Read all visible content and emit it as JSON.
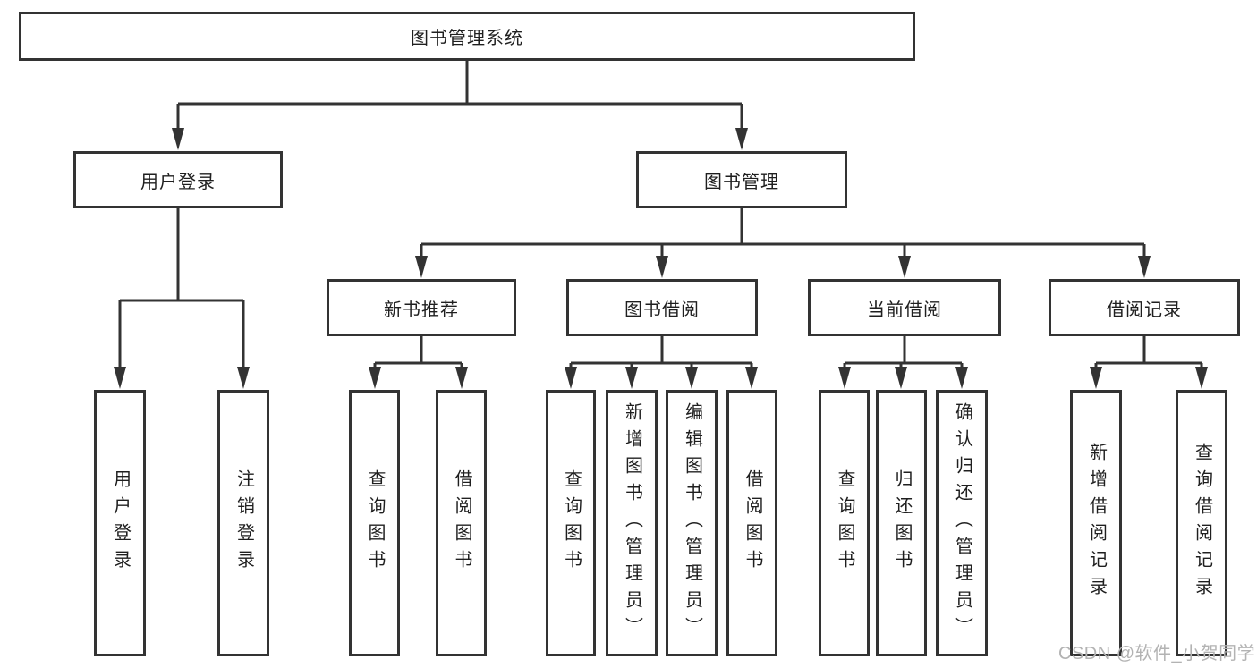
{
  "diagram": {
    "title": "图书管理系统",
    "branches": [
      {
        "label": "用户登录",
        "children": [
          {
            "label": "用户登录"
          },
          {
            "label": "注销登录"
          }
        ]
      },
      {
        "label": "图书管理",
        "children": [
          {
            "label": "新书推荐",
            "children": [
              {
                "label": "查询图书"
              },
              {
                "label": "借阅图书"
              }
            ]
          },
          {
            "label": "图书借阅",
            "children": [
              {
                "label": "查询图书"
              },
              {
                "label": "新增图书（管理员）"
              },
              {
                "label": "编辑图书（管理员）"
              },
              {
                "label": "借阅图书"
              }
            ]
          },
          {
            "label": "当前借阅",
            "children": [
              {
                "label": "查询图书"
              },
              {
                "label": "归还图书"
              },
              {
                "label": "确认归还（管理员）"
              }
            ]
          },
          {
            "label": "借阅记录",
            "children": [
              {
                "label": "新增借阅记录"
              },
              {
                "label": "查询借阅记录"
              }
            ]
          }
        ]
      }
    ]
  },
  "watermark": {
    "text": "CSDN @软件_小贺同学"
  },
  "colors": {
    "line": "#333333",
    "text": "#1f1f1f",
    "box_fill": "#ffffff",
    "watermark": "#b3b3b3"
  }
}
